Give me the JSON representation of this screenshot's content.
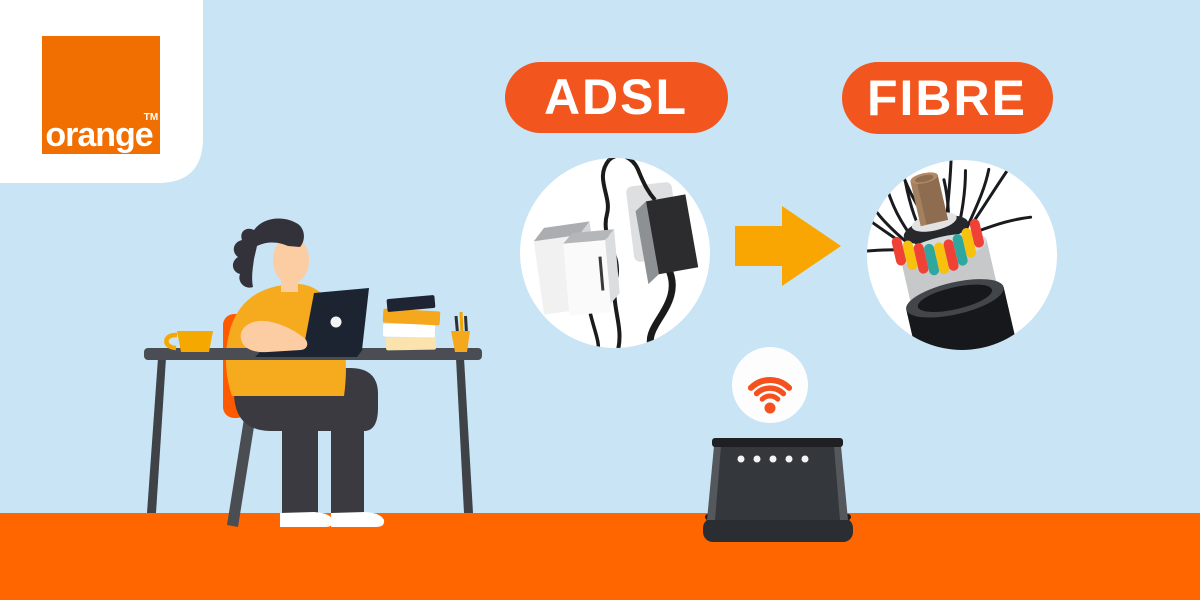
{
  "page": {
    "description": "Orange illustration showing upgrade from ADSL to FIBRE with wifi router and woman working at a desk"
  },
  "logo": {
    "brand": "orange",
    "trademark": "TM"
  },
  "badges": {
    "adsl": "ADSL",
    "fibre": "FIBRE"
  },
  "icons": {
    "arrow": "arrow-right-icon",
    "wifi": "wifi-icon"
  },
  "illustrations": {
    "adsl_circle": "adsl-filters-and-phone-cables",
    "fibre_circle": "fibre-optic-cable-cross-section",
    "left_scene": "woman-working-on-laptop-at-desk",
    "router": "wifi-router"
  },
  "colors": {
    "sky": "#C8E4F5",
    "floor": "#FF6600",
    "badge": "#F2551D",
    "arrow": "#F9A602",
    "logo_square": "#F16E00",
    "wifi": "#F4511E",
    "chair": "#FF5A00",
    "shirt": "#F6AB1E",
    "amber": "#F6A81C",
    "white": "#FFFFFF"
  }
}
